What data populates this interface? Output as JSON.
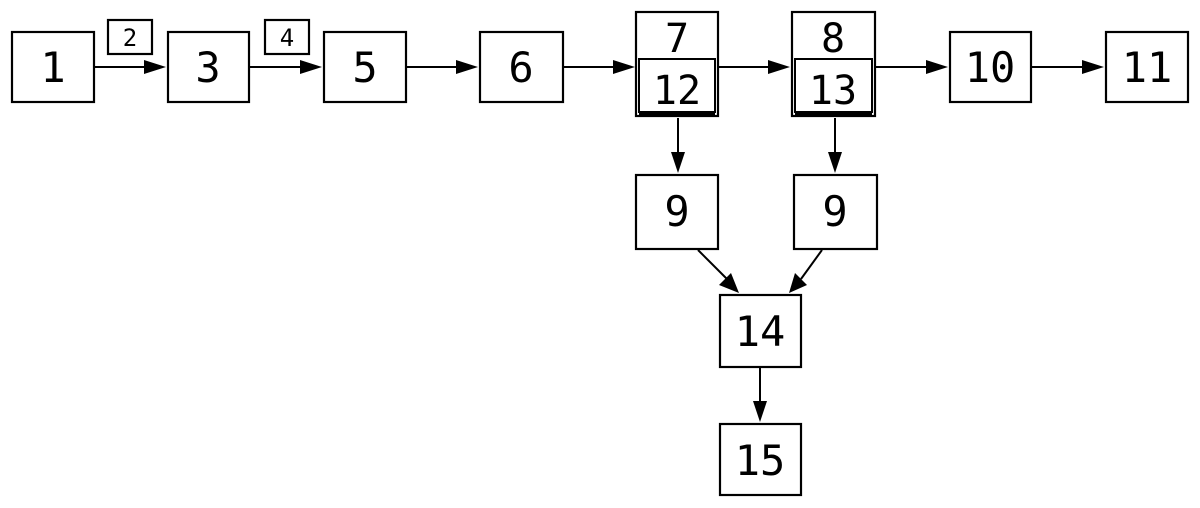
{
  "diagram": {
    "nodes": {
      "n1": "1",
      "n2": "2",
      "n3": "3",
      "n4": "4",
      "n5": "5",
      "n6": "6",
      "n7": "7",
      "n12": "12",
      "n8": "8",
      "n13": "13",
      "n10": "10",
      "n11": "11",
      "n9a": "9",
      "n9b": "9",
      "n14": "14",
      "n15": "15"
    },
    "colors": {
      "stroke": "#000000",
      "background": "#ffffff"
    }
  }
}
